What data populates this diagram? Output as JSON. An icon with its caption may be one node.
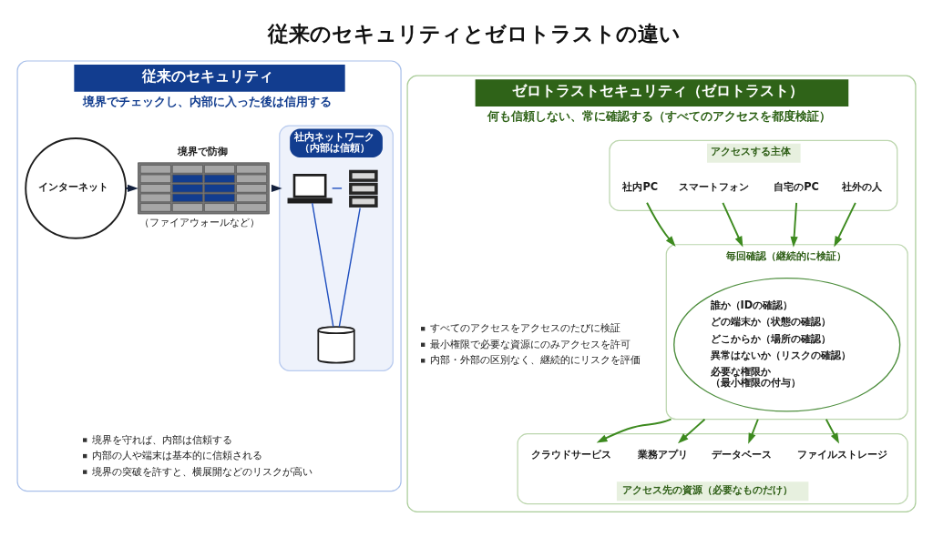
{
  "diagram": {
    "title": "従来のセキュリティとゼロトラストの違い",
    "nodes": [
      {
        "text": [
          "従来のセキュリティ",
          "境界でチェックし、内部に入った後は信用する"
        ]
      },
      {
        "text": [
          "インターネット"
        ],
        "in": 0
      },
      {
        "text": [
          "境界で防御",
          "（ファイアウォールなど）"
        ],
        "in": 0
      },
      {
        "text": [
          "社内ネットワーク（内部は信頼）"
        ],
        "in": 0
      },
      {
        "text": [],
        "shape": "laptop",
        "in": 3
      },
      {
        "text": [],
        "shape": "server",
        "in": 3
      },
      {
        "text": [],
        "shape": "cylinder",
        "in": 3
      },
      {
        "text": [
          "ゼロトラストセキュリティ（ゼロトラスト）",
          "何も信頼しない、常に確認する（すべてのアクセスを都度検証）"
        ]
      },
      {
        "text": [
          "アクセスする主体"
        ],
        "in": 7
      },
      {
        "text": [
          "社内PC"
        ],
        "in": 8
      },
      {
        "text": [
          "スマートフォン"
        ],
        "in": 8
      },
      {
        "text": [
          "自宅のPC"
        ],
        "in": 8
      },
      {
        "text": [
          "社外の人"
        ],
        "in": 8
      },
      {
        "text": [
          "毎回確認（継続的に検証）"
        ],
        "in": 7
      },
      {
        "text": [
          "誰か（IDの確認）",
          "どの端末か（状態の確認）",
          "どこからか（場所の確認）",
          "異常はないか（リスクの確認）",
          "必要な権限か（最小権限の付与）"
        ],
        "in": 13
      },
      {
        "text": [
          "アクセス先の資源（必要なものだけ）"
        ],
        "in": 7
      },
      {
        "text": [
          "クラウドサービス"
        ],
        "in": 15
      },
      {
        "text": [
          "業務アプリ"
        ],
        "in": 15
      },
      {
        "text": [
          "データベース"
        ],
        "in": 15
      },
      {
        "text": [
          "ファイルストレージ"
        ],
        "in": 15
      }
    ],
    "edges": [
      {
        "from": 1,
        "to": 2,
        "arrow": "to",
        "color": "#14213d"
      },
      {
        "from": 2,
        "to": 3,
        "arrow": "to",
        "color": "#14213d"
      },
      {
        "from": 4,
        "to": 5,
        "arrow": "none",
        "color": "#1f4fbf"
      },
      {
        "from": 4,
        "to": 6,
        "arrow": "none",
        "color": "#1f4fbf"
      },
      {
        "from": 5,
        "to": 6,
        "arrow": "none",
        "color": "#1f4fbf"
      },
      {
        "from": 9,
        "to": 13,
        "arrow": "to"
      },
      {
        "from": 10,
        "to": 13,
        "arrow": "to"
      },
      {
        "from": 11,
        "to": 13,
        "arrow": "to"
      },
      {
        "from": 12,
        "to": 13,
        "arrow": "to"
      },
      {
        "from": 13,
        "to": 16,
        "arrow": "to"
      },
      {
        "from": 13,
        "to": 17,
        "arrow": "to"
      },
      {
        "from": 13,
        "to": 18,
        "arrow": "to"
      },
      {
        "from": 13,
        "to": 19,
        "arrow": "to"
      }
    ],
    "labels": [
      "境界を守れば、内部は信頼する",
      "内部の人や端末は基本的に信頼される",
      "境界の突破を許すと、横展開などのリスクが高い",
      "すべてのアクセスをアクセスのたびに検証",
      "最小権限で必要な資源にのみアクセスを許可",
      "内部・外部の区別なく、継続的にリスクを評価"
    ]
  }
}
